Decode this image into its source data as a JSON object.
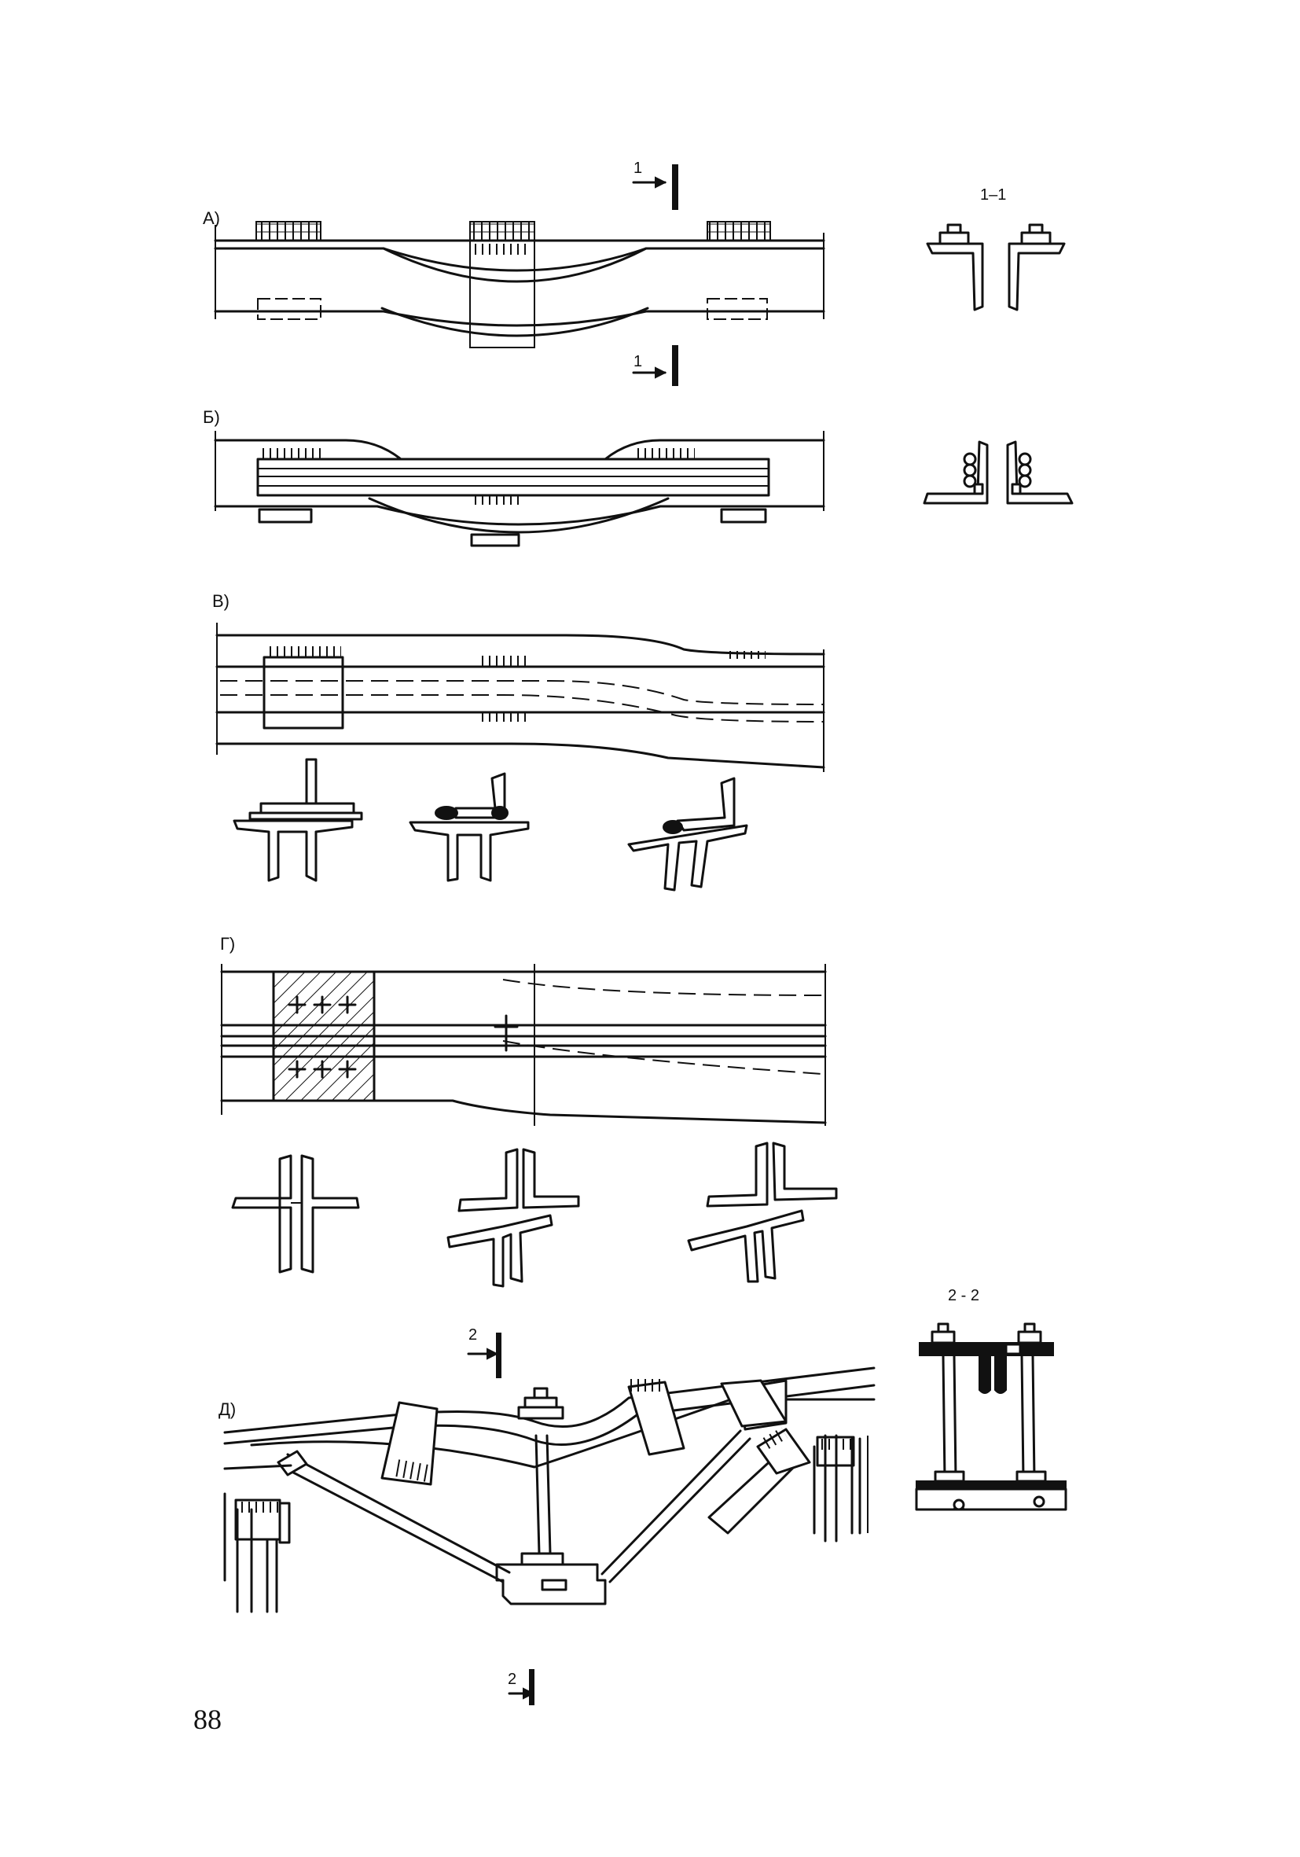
{
  "figure": {
    "panel_labels": {
      "a": "А)",
      "b": "Б)",
      "v": "В)",
      "g": "Г)",
      "d": "Д)"
    },
    "section_1": {
      "title": "1–1",
      "marker": "1"
    },
    "section_2": {
      "title": "2 - 2",
      "marker": "2"
    }
  },
  "page_number": "88"
}
